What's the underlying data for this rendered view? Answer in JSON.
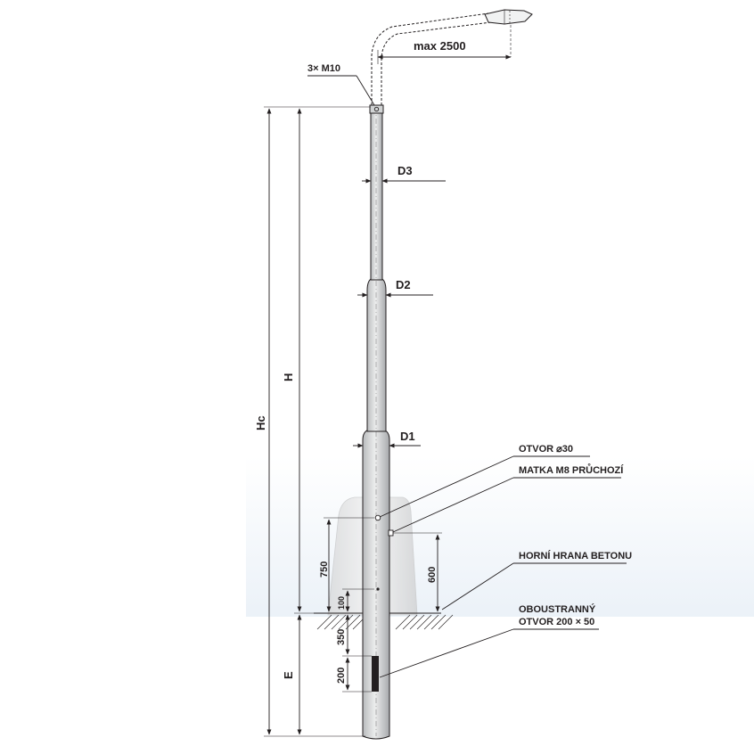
{
  "labels": {
    "bolts": "3× M10",
    "arm_reach": "max 2500",
    "d3": "D3",
    "d2": "D2",
    "d1": "D1",
    "total_height": "Hc",
    "pole_height": "H",
    "embedment": "E",
    "dim_750": "750",
    "dim_600": "600",
    "dim_100": "100",
    "dim_350": "350",
    "dim_200": "200",
    "hole": "OTVOR  ⌀30",
    "nut": "MATKA M8 PRŮCHOZÍ",
    "concrete_top": "HORNÍ HRANA BETONU",
    "slot_line1": "OBOUSTRANNÝ",
    "slot_line2": "OTVOR 200 × 50"
  },
  "colors": {
    "line": "#231f20",
    "pole_fill": "#e6e7e8",
    "concrete_fill": "#e4e5e6",
    "ground_band": "#eef3f8"
  }
}
